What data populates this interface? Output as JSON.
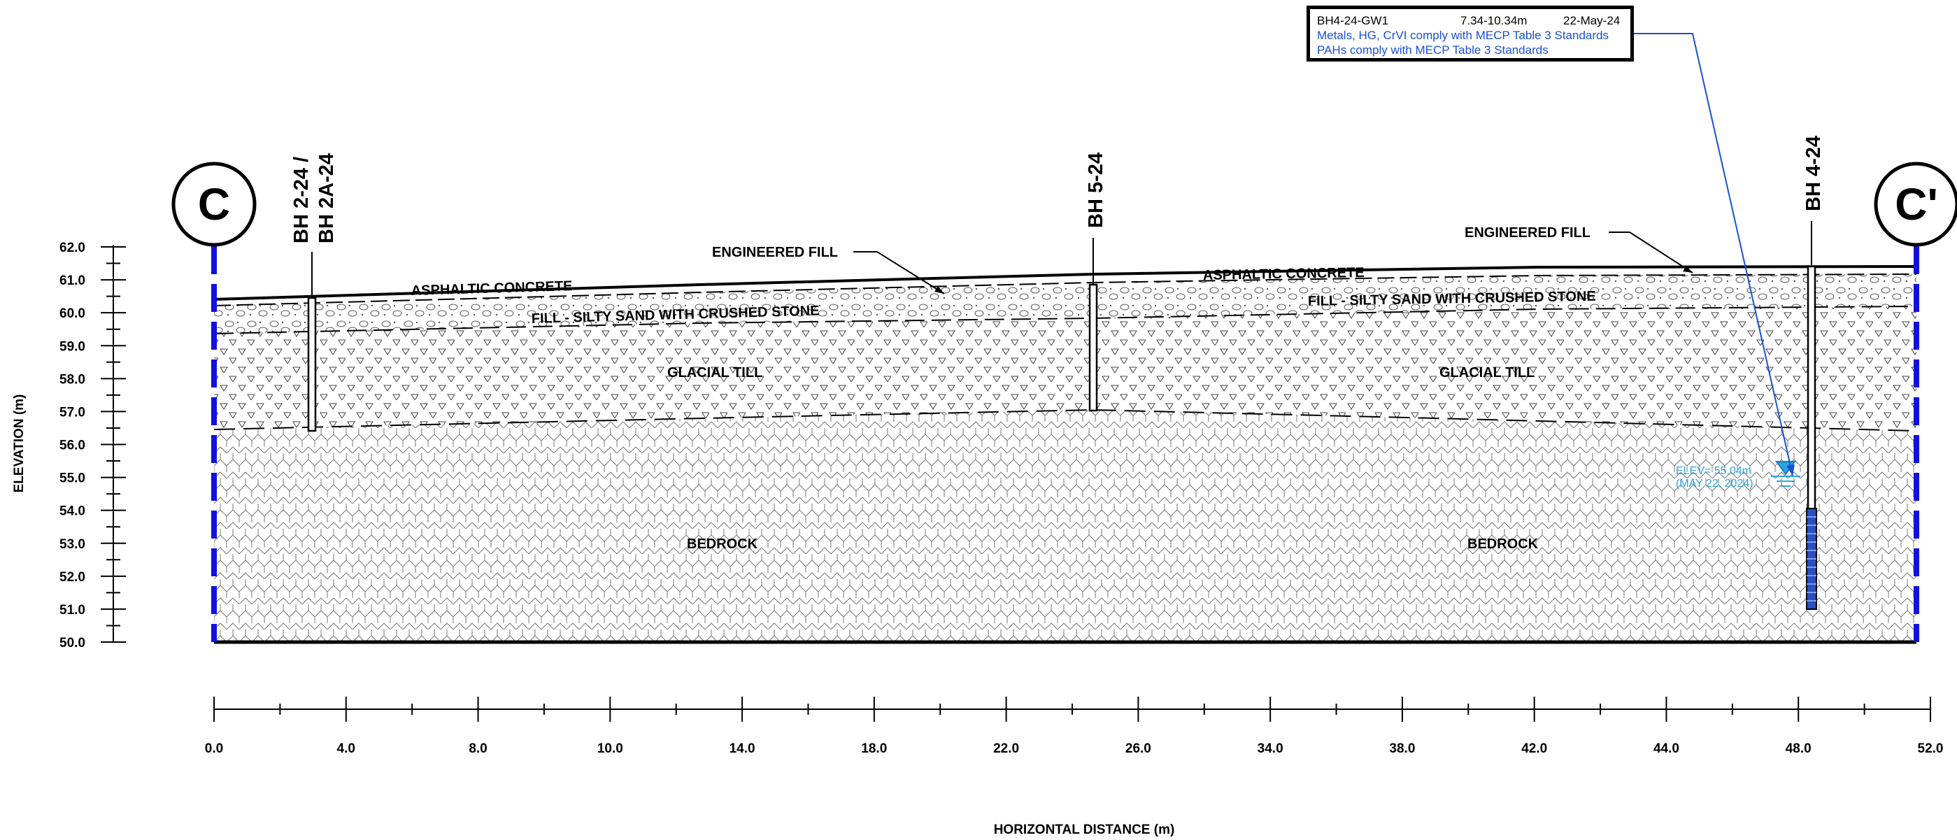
{
  "section": {
    "left_marker": "C",
    "right_marker": "C'",
    "y_axis_label": "ELEVATION (m)",
    "x_axis_label": "HORIZONTAL DISTANCE (m)",
    "y_ticks": [
      "62.0",
      "61.0",
      "60.0",
      "59.0",
      "58.0",
      "57.0",
      "56.0",
      "55.0",
      "54.0",
      "53.0",
      "52.0",
      "51.0",
      "50.0"
    ],
    "x_ticks": [
      "0.0",
      "4.0",
      "8.0",
      "10.0",
      "14.0",
      "18.0",
      "22.0",
      "26.0",
      "34.0",
      "38.0",
      "42.0",
      "44.0",
      "48.0",
      "52.0"
    ]
  },
  "boreholes": [
    {
      "label_line1": "BH 2-24 /",
      "label_line2": "BH 2A-24"
    },
    {
      "label_line1": "BH 5-24",
      "label_line2": ""
    },
    {
      "label_line1": "BH 4-24",
      "label_line2": ""
    }
  ],
  "layers": {
    "asphalt_left": "ASPHALTIC CONCRETE",
    "asphalt_right": "ASPHALTIC CONCRETE",
    "eng_fill_left": "ENGINEERED FILL",
    "eng_fill_right": "ENGINEERED FILL",
    "fill_left": "FILL - SILTY SAND WITH CRUSHED STONE",
    "fill_right": "FILL - SILTY SAND WITH CRUSHED STONE",
    "till_left": "GLACIAL TILL",
    "till_right": "GLACIAL TILL",
    "bedrock_left": "BEDROCK",
    "bedrock_right": "BEDROCK"
  },
  "water_level": {
    "elev_text": "ELEV= 55.04m",
    "date_text": "(MAY 22, 2024)"
  },
  "note": {
    "sample_id": "BH4-24-GW1",
    "depth": "7.34-10.34m",
    "date": "22-May-24",
    "line2": "Metals, HG, CrVI comply with MECP Table 3 Standards",
    "line3": "PAHs comply with MECP Table 3 Standards"
  },
  "colors": {
    "section_edge": "#1010e0",
    "note_blue": "#1a4fd6",
    "water_cyan": "#29a3e0"
  }
}
